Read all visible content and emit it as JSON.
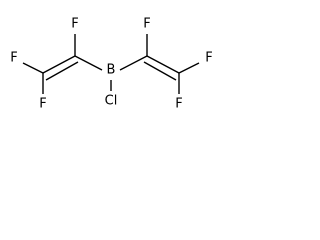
{
  "molecule": {
    "atoms": {
      "f_left_top": "F",
      "f_left_upper": "F",
      "f_left_lower": "F",
      "boron": "B",
      "chlorine": "Cl",
      "f_right_top": "F",
      "f_right_upper": "F",
      "f_right_lower": "F"
    }
  }
}
